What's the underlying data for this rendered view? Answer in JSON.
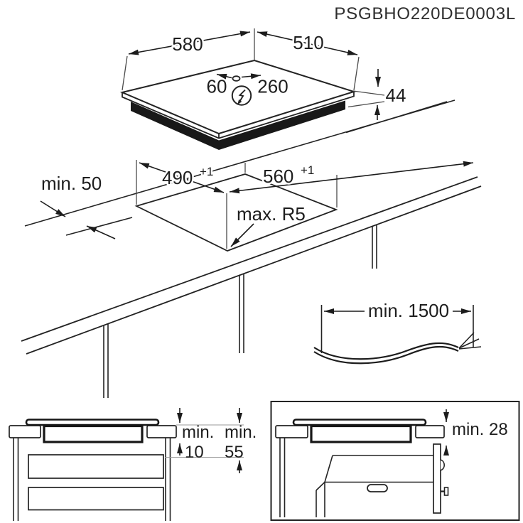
{
  "header": {
    "part_code": "PSGBHO220DE0003L"
  },
  "hob_top": {
    "width": "580",
    "depth": "510",
    "height": "44",
    "cable_left": "60",
    "cable_right": "260",
    "power_icon": "lightning-bolt-circle"
  },
  "cutout": {
    "rear_clearance": "min. 50",
    "depth": "490",
    "depth_tol": "+1",
    "width": "560",
    "width_tol": "+1",
    "corner_radius": "max. R5"
  },
  "cable": {
    "min_length": "min. 1500"
  },
  "drawer_clearance": {
    "label1": "min.",
    "value1": "10",
    "label2": "min.",
    "value2": "55"
  },
  "oven_clearance": {
    "value": "min. 28"
  }
}
